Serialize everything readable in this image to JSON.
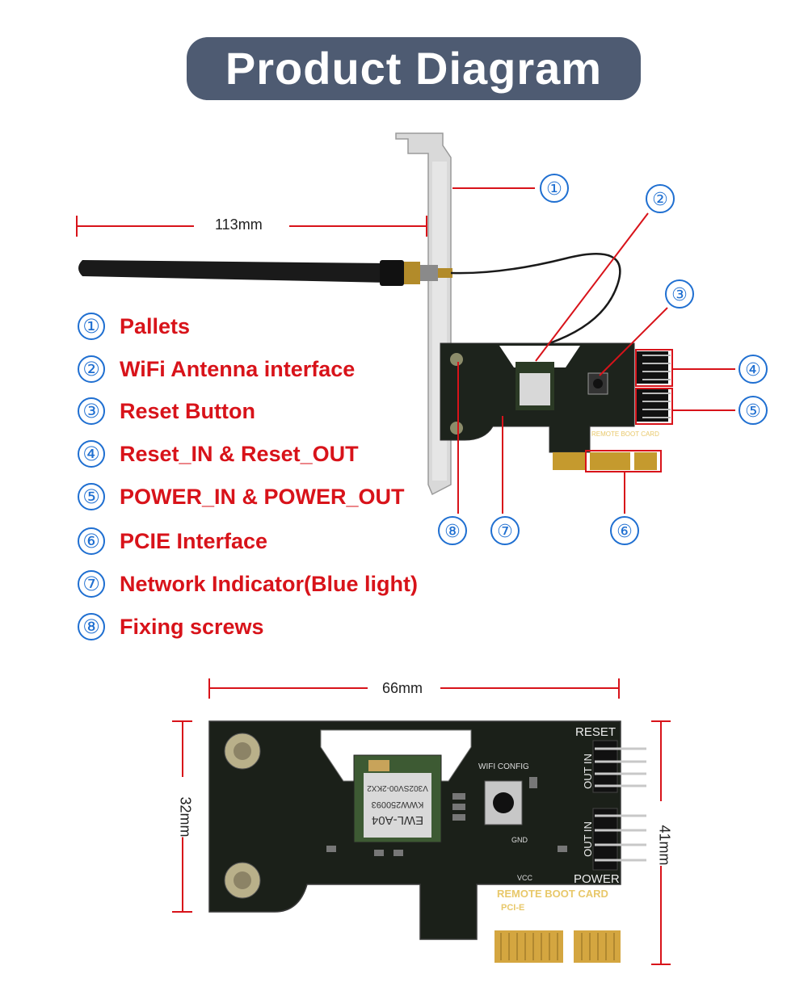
{
  "title": "Product Diagram",
  "legend": [
    {
      "num": "①",
      "label": "Pallets"
    },
    {
      "num": "②",
      "label": "WiFi Antenna interface"
    },
    {
      "num": "③",
      "label": "Reset Button"
    },
    {
      "num": "④",
      "label": "Reset_IN & Reset_OUT"
    },
    {
      "num": "⑤",
      "label": "POWER_IN & POWER_OUT"
    },
    {
      "num": "⑥",
      "label": "PCIE Interface"
    },
    {
      "num": "⑦",
      "label": "Network Indicator(Blue light)"
    },
    {
      "num": "⑧",
      "label": "Fixing screws"
    }
  ],
  "callouts": [
    "①",
    "②",
    "③",
    "④",
    "⑤",
    "⑥",
    "⑦",
    "⑧"
  ],
  "dimensions": {
    "length": "113mm",
    "width": "66mm",
    "height_left": "32mm",
    "height_right": "41mm"
  },
  "board": {
    "reset": "RESET",
    "power": "POWER",
    "out_in": "OUT IN",
    "wifi_config": "WIFI CONFIG",
    "gnd": "GND",
    "vcc": "VCC",
    "card_name": "REMOTE BOOT CARD",
    "pcie": "PCI-E",
    "module_line1": "EWL-A04",
    "module_line2": "KWW250093",
    "module_line3": "V302SV00-2KX2"
  },
  "colors": {
    "accent": "#d8131a",
    "callout": "#1f6fd1",
    "title_bg": "#4e5b72"
  }
}
